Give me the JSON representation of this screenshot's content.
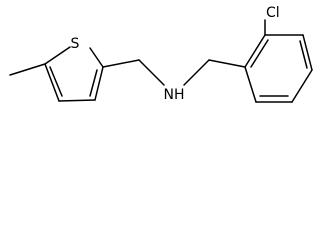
{
  "atoms": {
    "sulfur": "S",
    "amine": "NH",
    "chlorine": "Cl"
  },
  "colors": {
    "bond": "#000000",
    "label": "#000000",
    "background": "#ffffff"
  }
}
